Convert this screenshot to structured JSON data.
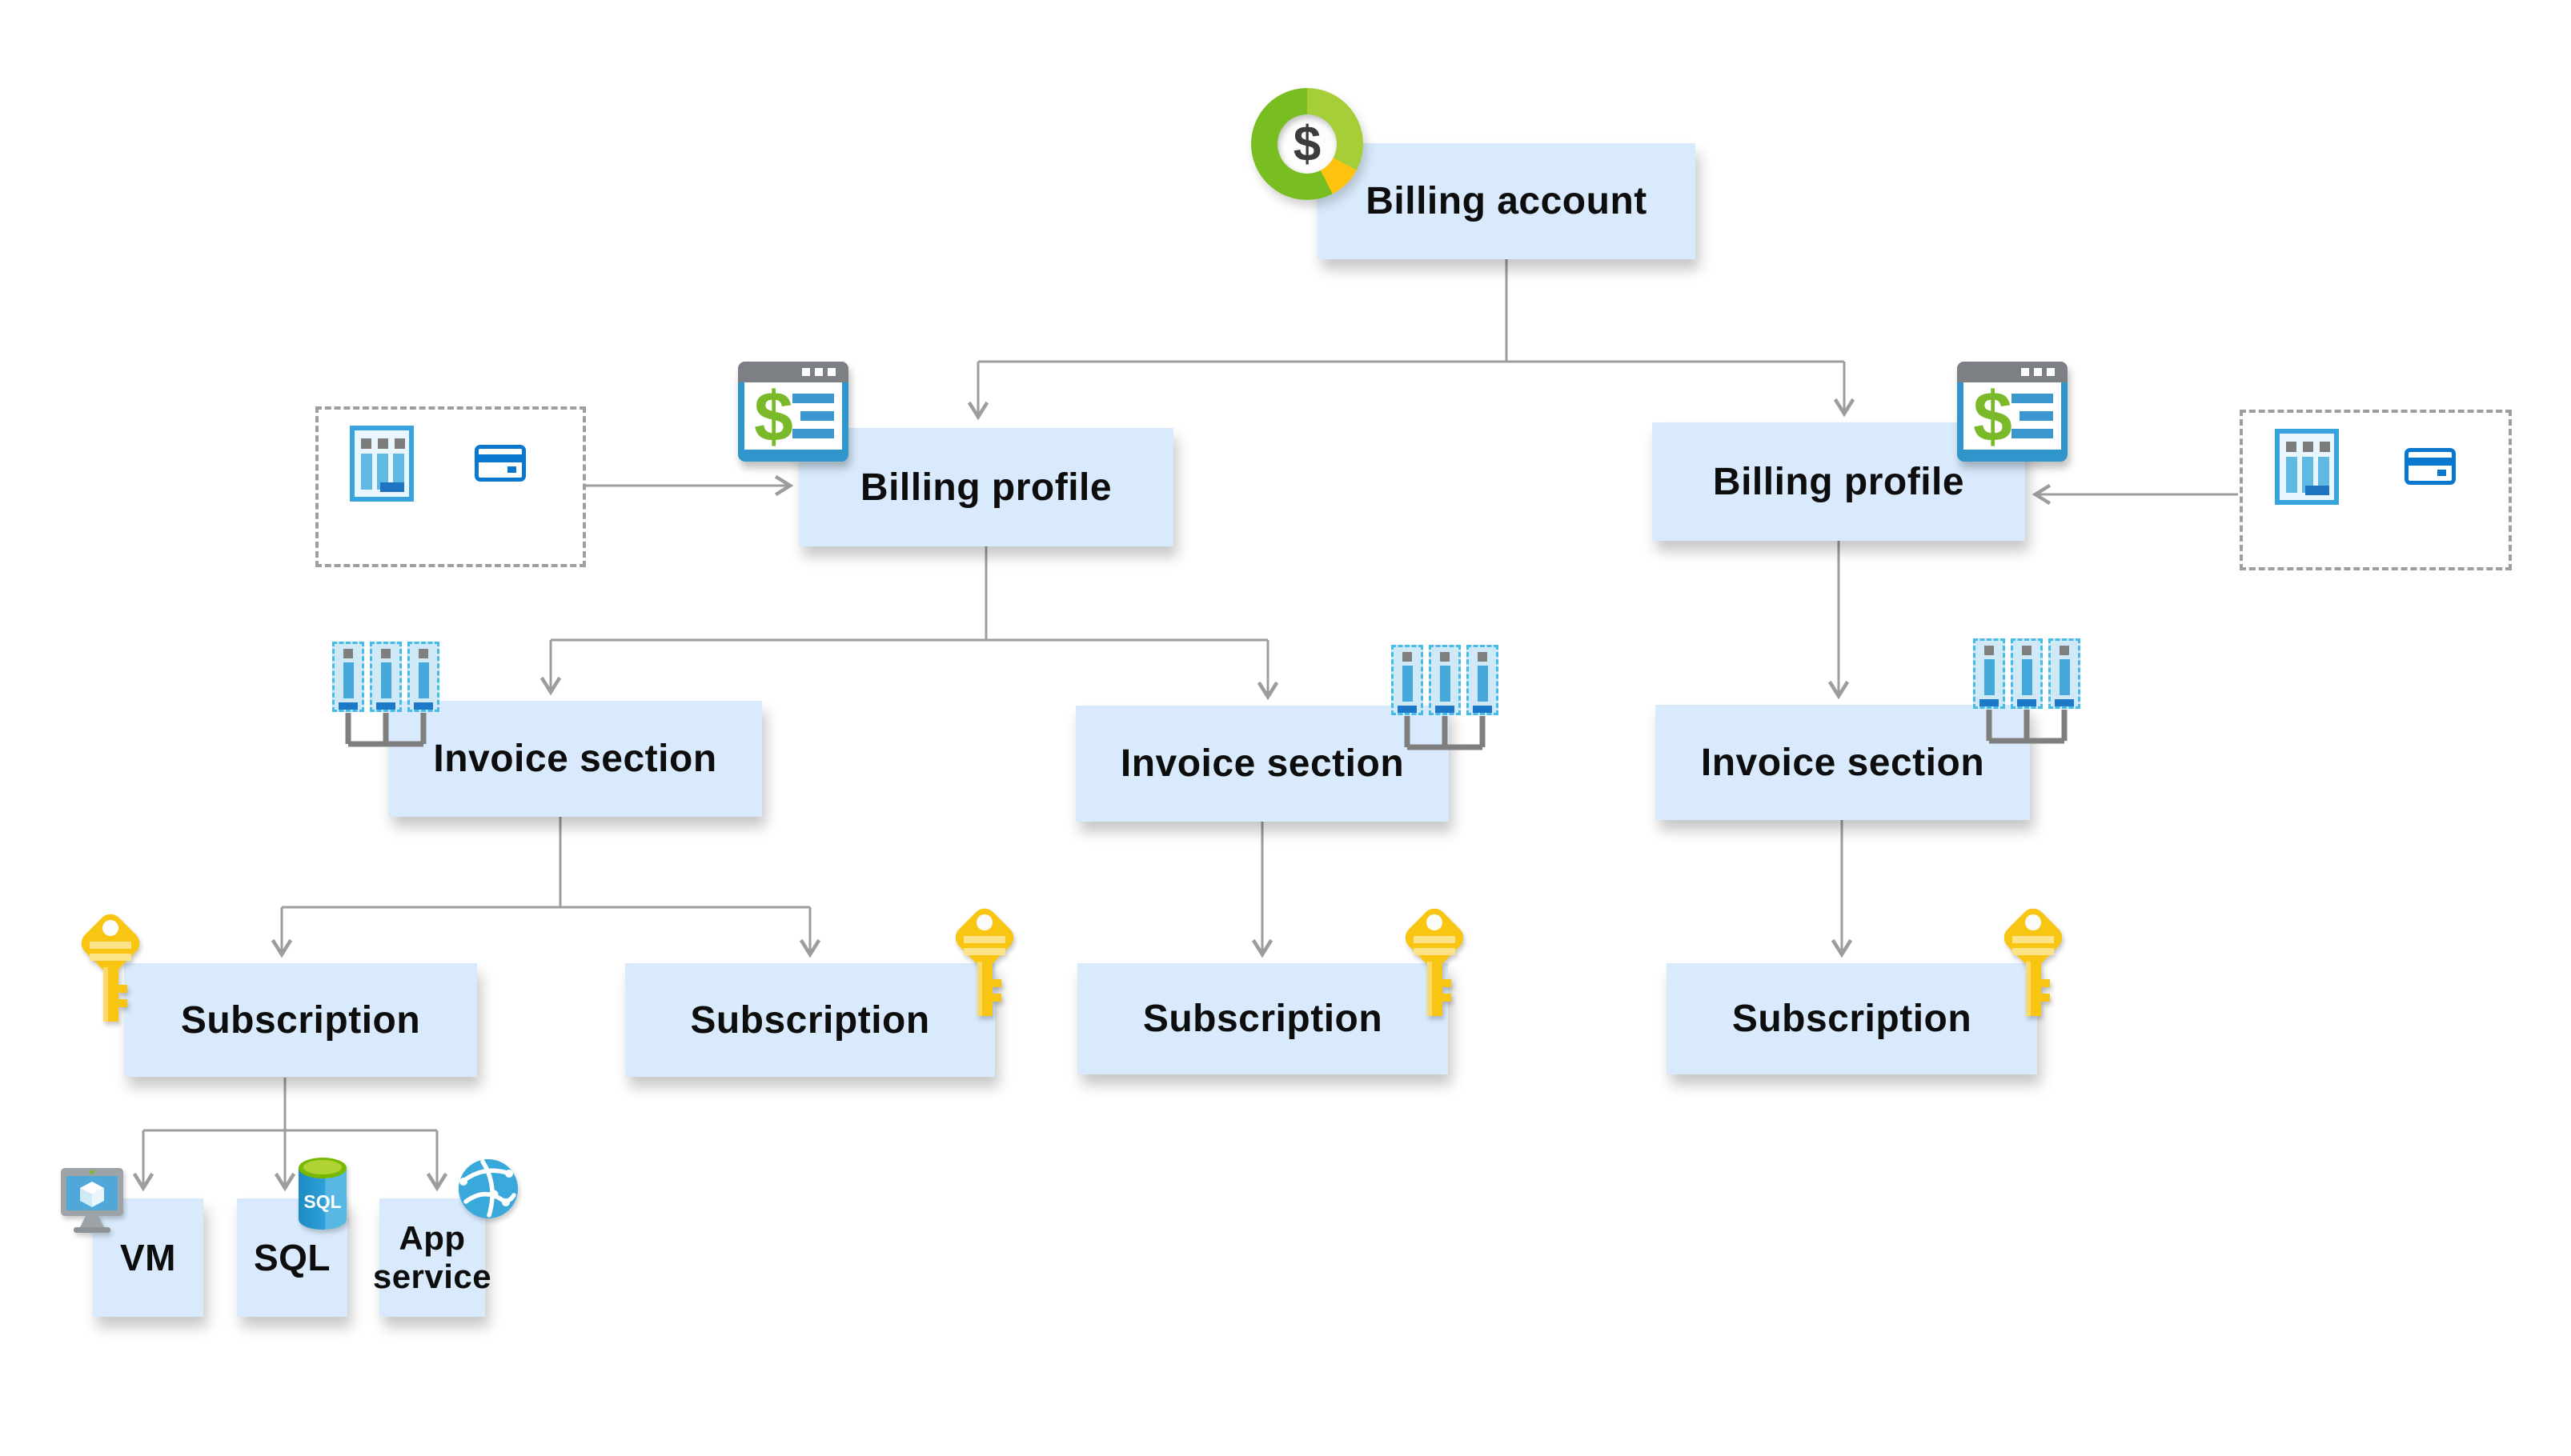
{
  "nodes": {
    "billing_account": "Billing account",
    "billing_profile_left": "Billing profile",
    "billing_profile_right": "Billing profile",
    "invoice_section_left": "Invoice section",
    "invoice_section_middle": "Invoice section",
    "invoice_section_right": "Invoice section",
    "subscription_1": "Subscription",
    "subscription_2": "Subscription",
    "subscription_3": "Subscription",
    "subscription_4": "Subscription",
    "vm": "VM",
    "sql": "SQL",
    "app_service": "App service"
  },
  "attachments": {
    "left": {
      "invoice": "Invoice",
      "payment_methods": "Payment methods"
    },
    "right": {
      "invoice": "Invoice",
      "payment_methods": "Payment methods"
    }
  },
  "icon_text": {
    "billing_account_dollar": "$",
    "billing_profile_dollar_left": "$",
    "billing_profile_dollar_right": "$",
    "sql_cylinder": "SQL"
  },
  "colors": {
    "node_fill": "#d8eafb",
    "connector_gray": "#9d9d9d",
    "bracket_gray": "#7f7f7f",
    "donut_green_dark": "#78be20",
    "donut_green_light": "#a6ce39",
    "donut_yellow": "#ffc20e",
    "key_gold": "#f9c513",
    "window_blue": "#3095cb",
    "card_blue": "#0b78d0",
    "invoice_border_blue": "#38a3dc"
  }
}
